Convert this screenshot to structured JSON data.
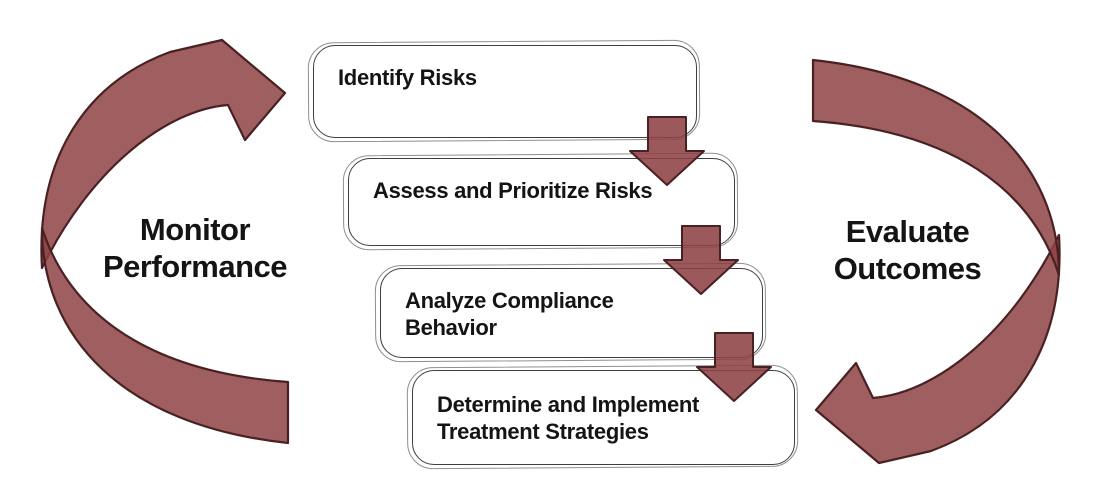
{
  "diagram": {
    "steps": [
      "Identify Risks",
      "Assess and Prioritize Risks",
      "Analyze Compliance Behavior",
      "Determine and Implement Treatment Strategies"
    ],
    "left_cycle_label": "Monitor Performance",
    "right_cycle_label": "Evaluate Outcomes"
  },
  "colors": {
    "arrow_fill": "#8e4244",
    "arrow_stroke": "#4a2123",
    "box_border": "#3f3f3f",
    "box_border_sketch": "#8f8f8f",
    "text": "#141414",
    "background": "#ffffff"
  }
}
